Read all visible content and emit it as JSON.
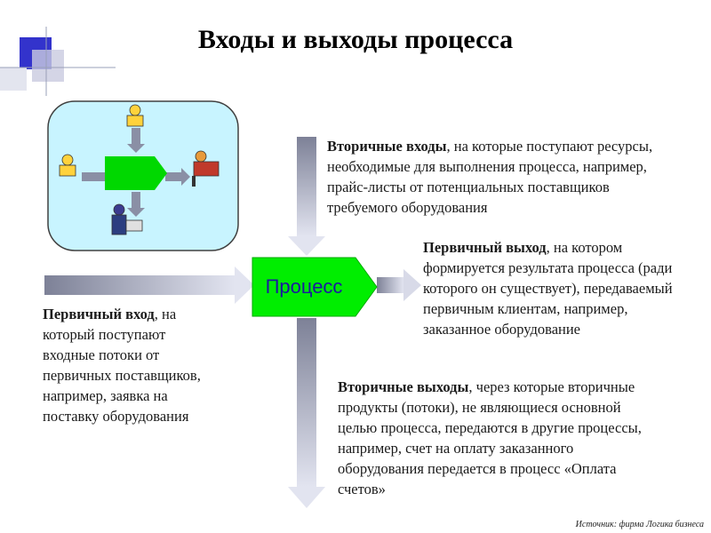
{
  "title": "Входы и выходы процесса",
  "process_label": "Процесс",
  "secondary_inputs": {
    "heading": "Вторичные входы",
    "text": ", на которые поступают ресурсы, необходимые для выполнения процесса, например, прайс-листы от потенциальных поставщиков требуемого оборудования"
  },
  "primary_output": {
    "heading": "Первичный выход",
    "text": ", на котором формируется результата процесса (ради которого он существует), передаваемый первичным клиентам, например, заказанное оборудование"
  },
  "primary_input": {
    "heading": "Первичный вход",
    "text": ", на который поступают входные потоки от первичных поставщиков, например, заявка на поставку оборудования"
  },
  "secondary_outputs": {
    "heading": "Вторичные выходы",
    "text": ", через которые вторичные продукты (потоки), не являющиеся основной целью процесса, передаются в другие процессы, например, счет на оплату заказанного оборудования передается в процесс «Оплата счетов»"
  },
  "source": "Источник: фирма Логика бизнеса",
  "colors": {
    "process_green": "#00ee00",
    "arrow_gray": "#8f93a8",
    "panel_fill": "#c8f4ff",
    "accent_blue": "#3333cc"
  }
}
